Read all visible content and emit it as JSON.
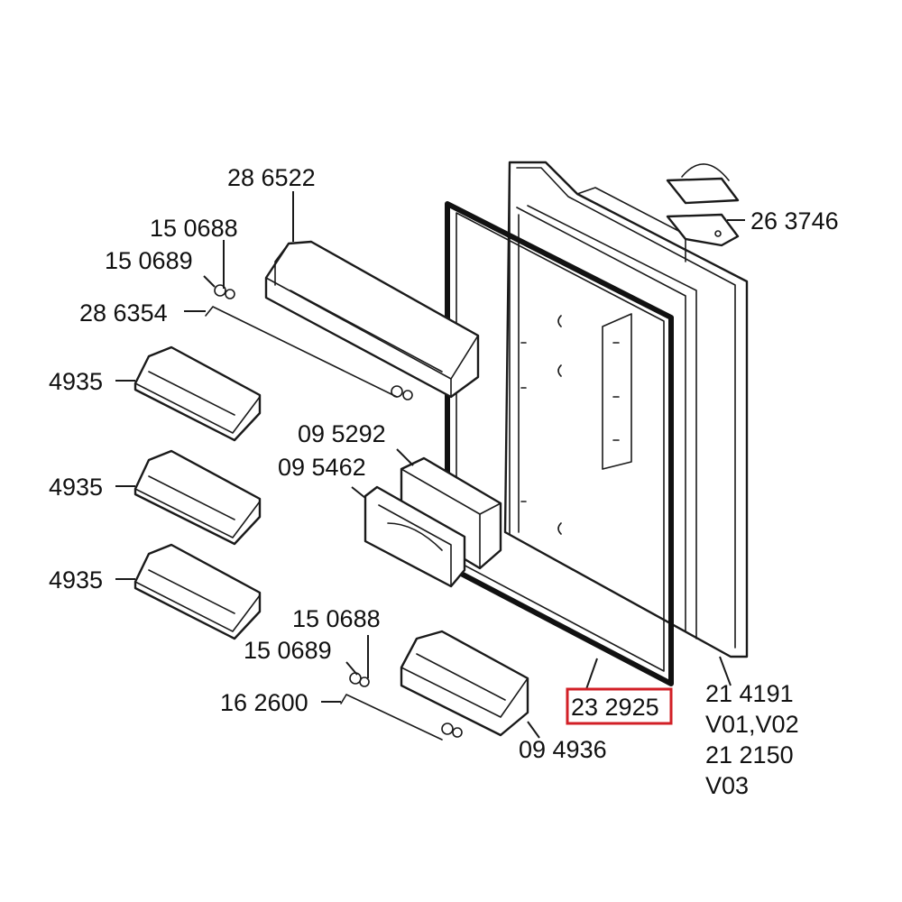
{
  "labels": {
    "shelf_large": "28 6522",
    "screw_top_1": "15 0688",
    "screw_top_2": "15 0689",
    "rail_top": "28 6354",
    "tray_1": "4935",
    "tray_2": "4935",
    "tray_3": "4935",
    "holder_1": "09 5292",
    "holder_2": "09 5462",
    "hinge": "26 3746",
    "screw_bottom_1": "15 0688",
    "screw_bottom_2": "15 0689",
    "rail_bottom": "16 2600",
    "shelf_bottom": "09 4936",
    "gasket": "23 2925",
    "door_1": "21 4191",
    "door_1_variant": "V01,V02",
    "door_2": "21 2150",
    "door_2_variant": "V03"
  },
  "highlight": {
    "target": "gasket",
    "color": "#d21f26"
  }
}
